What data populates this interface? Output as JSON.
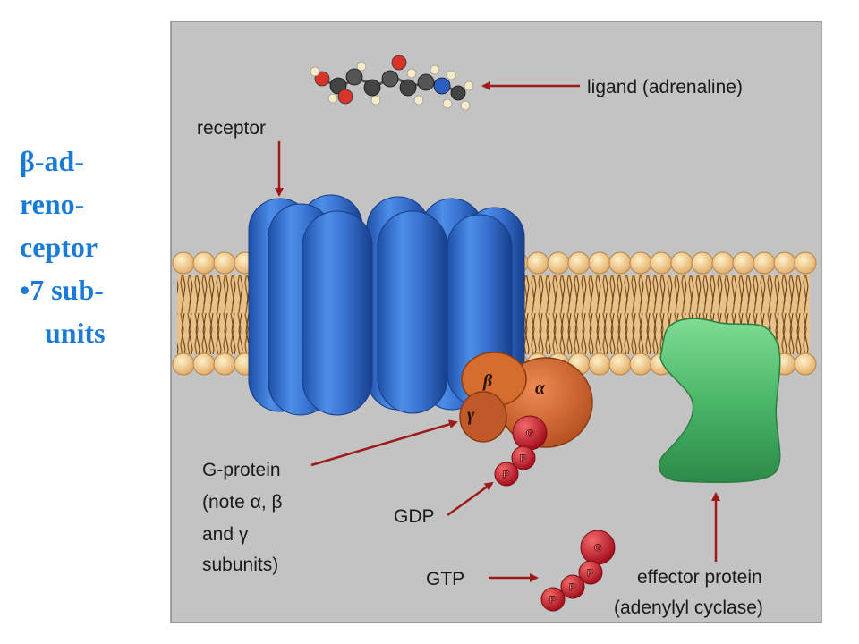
{
  "side_title": {
    "line1": "β-ad-",
    "line2": "reno-",
    "line3": "ceptor",
    "line4": "•7 sub-",
    "line5": "units"
  },
  "labels": {
    "ligand": "ligand (adrenaline)",
    "receptor": "receptor",
    "gprotein1": "G-protein",
    "gprotein2": "(note α, β",
    "gprotein3": "and γ",
    "gprotein4": "subunits)",
    "gdp": "GDP",
    "gtp": "GTP",
    "effector1": "effector protein",
    "effector2": "(adenylyl cyclase)"
  },
  "subunits": {
    "beta": "β",
    "alpha": "α",
    "gamma": "γ"
  },
  "nucleotide": {
    "g": "G",
    "p": "P"
  }
}
